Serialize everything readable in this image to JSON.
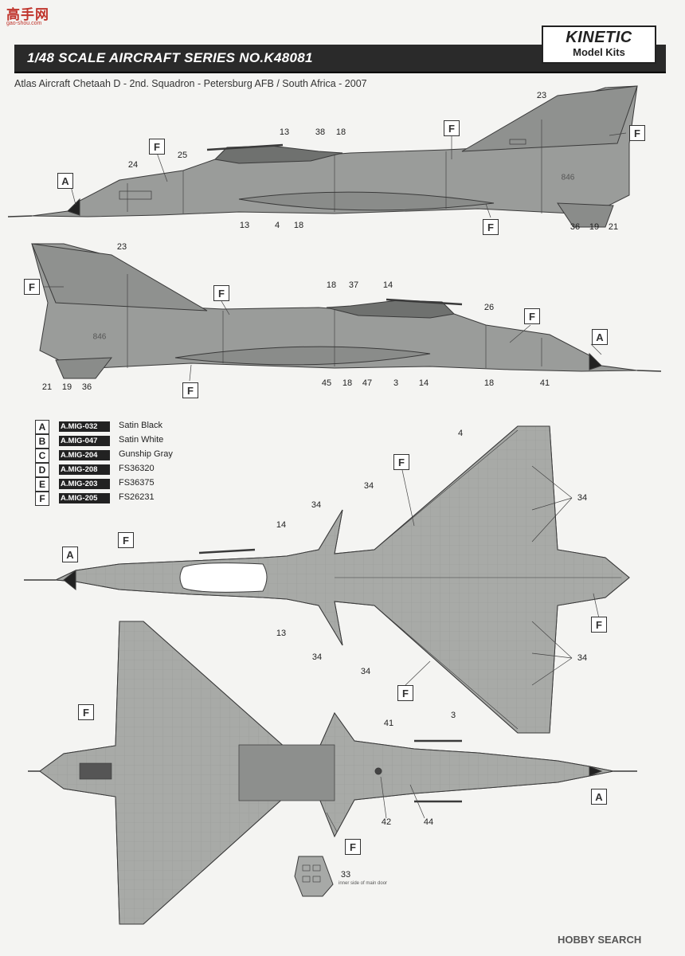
{
  "watermark": {
    "chars": "高手网",
    "url": "gao-shou.com"
  },
  "header": {
    "title": "1/48 SCALE  AIRCRAFT  SERIES NO.K48081"
  },
  "logo": {
    "brand": "KINETIC",
    "sub": "Model Kits"
  },
  "subtitle": "Atlas Aircraft Chetaah D - 2nd. Squadron - Petersburg AFB / South Africa - 2007",
  "legend": [
    {
      "letter": "A",
      "code": "A.MIG-032",
      "name": "Satin Black"
    },
    {
      "letter": "B",
      "code": "A.MIG-047",
      "name": "Satin White"
    },
    {
      "letter": "C",
      "code": "A.MIG-204",
      "name": "Gunship Gray"
    },
    {
      "letter": "D",
      "code": "A.MIG-208",
      "name": "FS36320"
    },
    {
      "letter": "E",
      "code": "A.MIG-203",
      "name": "FS36375"
    },
    {
      "letter": "F",
      "code": "A.MIG-205",
      "name": "FS26231"
    }
  ],
  "view1": {
    "boxes": [
      "A",
      "F",
      "F",
      "F",
      "F"
    ],
    "labels": [
      "23",
      "13",
      "38",
      "18",
      "25",
      "24",
      "13",
      "4",
      "18",
      "846",
      "36",
      "19",
      "21"
    ]
  },
  "view2": {
    "boxes": [
      "F",
      "F",
      "F",
      "A",
      "F"
    ],
    "labels": [
      "23",
      "18",
      "37",
      "14",
      "26",
      "846",
      "21",
      "19",
      "36",
      "45",
      "18",
      "47",
      "3",
      "14",
      "18",
      "41"
    ]
  },
  "view3": {
    "boxes": [
      "F",
      "A",
      "F",
      "F",
      "F"
    ],
    "labels": [
      "4",
      "34",
      "34",
      "34",
      "14",
      "13",
      "34",
      "34",
      "34",
      "3"
    ]
  },
  "view4": {
    "boxes": [
      "F",
      "A",
      "F"
    ],
    "labels": [
      "41",
      "42",
      "44",
      "33"
    ],
    "inner_note": "inner side of main door"
  },
  "footer": "HOBBY SEARCH",
  "colors": {
    "aircraft": "#9a9c9a",
    "aircraft_dark": "#7d807e",
    "line": "#3a3a3a",
    "header": "#2a2a2a",
    "watermark": "#c0342c"
  }
}
